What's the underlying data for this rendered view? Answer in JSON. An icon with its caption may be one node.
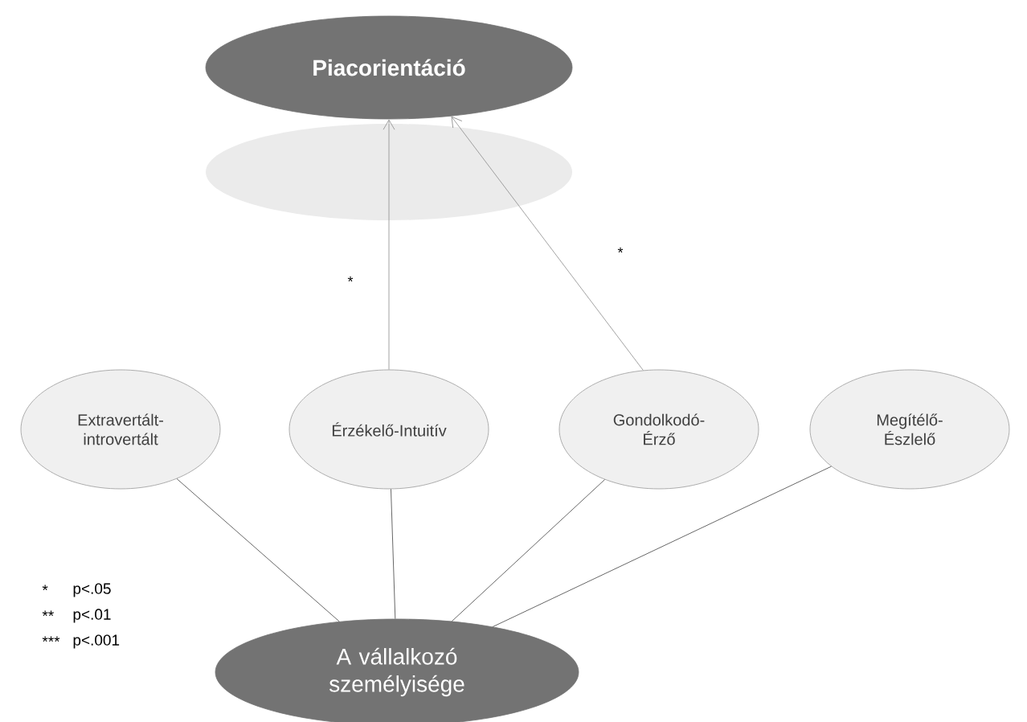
{
  "diagram": {
    "nodes": [
      {
        "text": [
          "Piacorientáció"
        ]
      },
      {
        "text": [
          "Extravertált-introvertált"
        ]
      },
      {
        "text": [
          "Érzékelő-Intuitív"
        ]
      },
      {
        "text": [
          "Gondolkodó-Érző"
        ]
      },
      {
        "text": [
          "Megítélő-Észlelő"
        ]
      },
      {
        "text": [
          "A vállalkozó személyisége"
        ]
      }
    ],
    "edges": [
      {
        "from": 2,
        "to": 0,
        "arrow": "to",
        "label": "*"
      },
      {
        "from": 3,
        "to": 0,
        "arrow": "to",
        "label": "*"
      },
      {
        "from": 5,
        "to": 1,
        "arrow": "none"
      },
      {
        "from": 5,
        "to": 2,
        "arrow": "none"
      },
      {
        "from": 5,
        "to": 3,
        "arrow": "none"
      },
      {
        "from": 5,
        "to": 4,
        "arrow": "none"
      }
    ],
    "labels": [
      "*",
      "p<.05",
      "**",
      "p<.01",
      "***",
      "p<.001"
    ]
  }
}
